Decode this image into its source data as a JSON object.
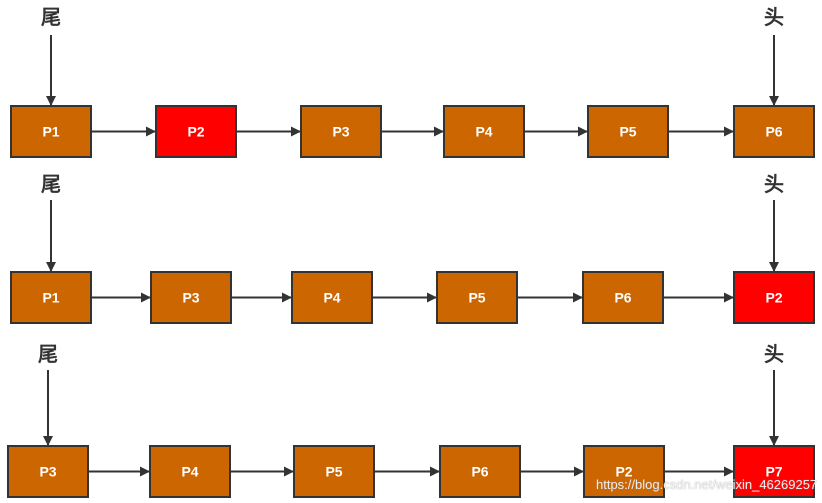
{
  "colors": {
    "normal": "#CC6600",
    "highlight": "#FF0000",
    "stroke": "#333333"
  },
  "rows": [
    {
      "tail_label": "尾",
      "head_label": "头",
      "nodes": [
        {
          "label": "P1",
          "highlight": false
        },
        {
          "label": "P2",
          "highlight": true
        },
        {
          "label": "P3",
          "highlight": false
        },
        {
          "label": "P4",
          "highlight": false
        },
        {
          "label": "P5",
          "highlight": false
        },
        {
          "label": "P6",
          "highlight": false
        }
      ]
    },
    {
      "tail_label": "尾",
      "head_label": "头",
      "nodes": [
        {
          "label": "P1",
          "highlight": false
        },
        {
          "label": "P3",
          "highlight": false
        },
        {
          "label": "P4",
          "highlight": false
        },
        {
          "label": "P5",
          "highlight": false
        },
        {
          "label": "P6",
          "highlight": false
        },
        {
          "label": "P2",
          "highlight": true
        }
      ]
    },
    {
      "tail_label": "尾",
      "head_label": "头",
      "nodes": [
        {
          "label": "P3",
          "highlight": false
        },
        {
          "label": "P4",
          "highlight": false
        },
        {
          "label": "P5",
          "highlight": false
        },
        {
          "label": "P6",
          "highlight": false
        },
        {
          "label": "P2",
          "highlight": false
        },
        {
          "label": "P7",
          "highlight": true
        }
      ]
    }
  ],
  "watermark": "https://blog.csdn.net/weixin_46269257"
}
